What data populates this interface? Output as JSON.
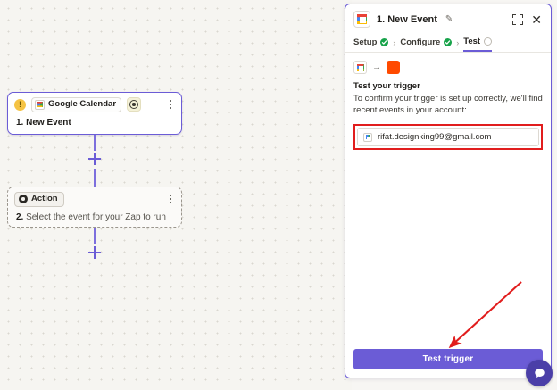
{
  "canvas": {
    "trigger_card": {
      "warn_icon": "warning-icon",
      "app_name": "Google Calendar",
      "step_text_number": "1.",
      "step_text": "New Event",
      "menu_icon": "kebab-menu-icon",
      "badge_icon": "target-icon"
    },
    "action_card": {
      "badge_label": "Action",
      "step_text_number": "2.",
      "step_text": "Select the event for your Zap to run",
      "menu_icon": "kebab-menu-icon"
    },
    "add_step_label": "+"
  },
  "panel": {
    "header": {
      "app_icon": "google-calendar-icon",
      "title": "1. New Event",
      "edit_icon": "✎",
      "expand_icon": "expand-icon",
      "close_icon": "✕"
    },
    "steps": [
      {
        "label": "Setup",
        "state": "complete"
      },
      {
        "label": "Configure",
        "state": "complete"
      },
      {
        "label": "Test",
        "state": "current"
      }
    ],
    "separator": "›",
    "body": {
      "from_app_icon": "google-calendar-icon",
      "flow_arrow": "→",
      "to_app_icon": "orange-app-icon",
      "title": "Test your trigger",
      "description": "To confirm your trigger is set up correctly, we'll find recent events in your account:",
      "account": {
        "icon": "google-calendar-icon",
        "email": "rifat.designking99@gmail.com"
      }
    },
    "footer": {
      "test_button_label": "Test trigger"
    }
  },
  "annotation": {
    "arrow_color": "#e11d1d",
    "highlight_color": "#e11d1d"
  },
  "chat": {
    "icon": "chat-bubble-icon"
  },
  "colors": {
    "accent": "#6b5cd6",
    "success": "#17a34a",
    "highlight": "#e11d1d",
    "canvas_bg": "#f6f5f1"
  }
}
